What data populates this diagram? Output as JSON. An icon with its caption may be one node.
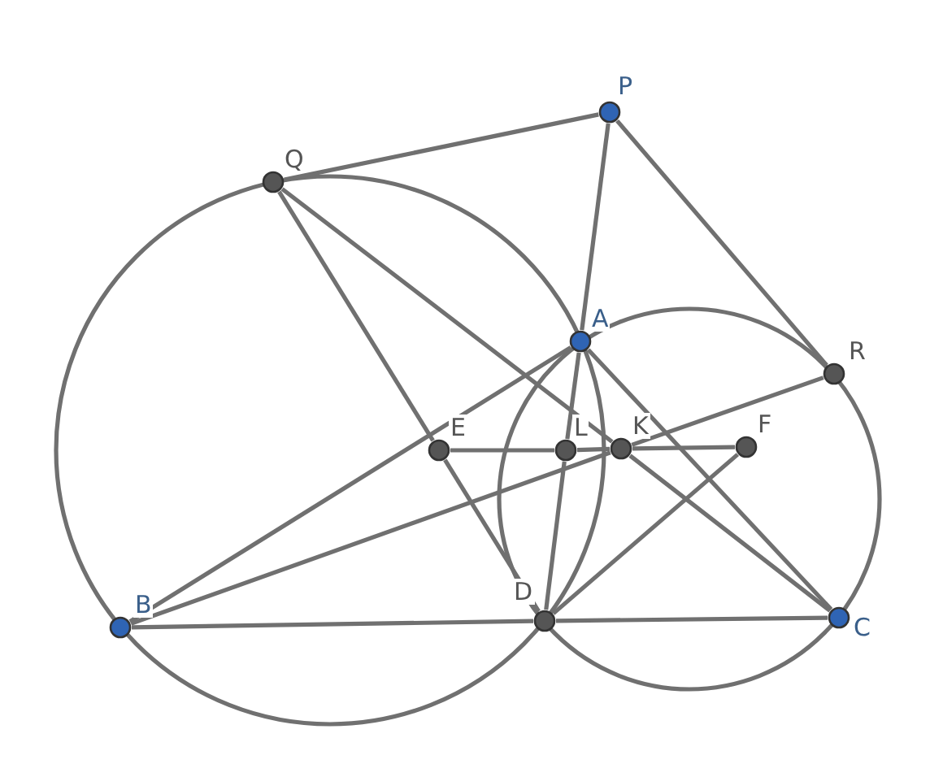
{
  "diagram": {
    "nodes": [
      {
        "text": [],
        "shape": "circle",
        "beside": [
          "P"
        ]
      },
      {
        "text": [],
        "shape": "circle",
        "beside": [
          "Q"
        ]
      },
      {
        "text": [],
        "shape": "circle",
        "beside": [
          "A"
        ]
      },
      {
        "text": [],
        "shape": "circle",
        "beside": [
          "R"
        ]
      },
      {
        "text": [],
        "shape": "circle",
        "beside": [
          "E"
        ]
      },
      {
        "text": [],
        "shape": "circle",
        "beside": [
          "L"
        ]
      },
      {
        "text": [],
        "shape": "circle",
        "beside": [
          "K"
        ]
      },
      {
        "text": [],
        "shape": "circle",
        "beside": [
          "F"
        ]
      },
      {
        "text": [],
        "shape": "circle",
        "beside": [
          "B"
        ]
      },
      {
        "text": [],
        "shape": "circle",
        "beside": [
          "D"
        ]
      },
      {
        "text": [],
        "shape": "circle",
        "beside": [
          "C"
        ]
      }
    ],
    "edges": [
      {
        "from": 1,
        "to": 0,
        "arrow": "none"
      },
      {
        "from": 0,
        "to": 2,
        "arrow": "none"
      },
      {
        "from": 0,
        "to": 3,
        "arrow": "none"
      },
      {
        "from": 1,
        "to": 4,
        "arrow": "none"
      },
      {
        "from": 4,
        "to": 9,
        "arrow": "none"
      },
      {
        "from": 1,
        "to": 6,
        "arrow": "none"
      },
      {
        "from": 6,
        "to": 10,
        "arrow": "none"
      },
      {
        "from": 2,
        "to": 8,
        "arrow": "none"
      },
      {
        "from": 2,
        "to": 5,
        "arrow": "none"
      },
      {
        "from": 5,
        "to": 9,
        "arrow": "none"
      },
      {
        "from": 2,
        "to": 10,
        "arrow": "none"
      },
      {
        "from": 8,
        "to": 6,
        "arrow": "none"
      },
      {
        "from": 6,
        "to": 3,
        "arrow": "none"
      },
      {
        "from": 8,
        "to": 9,
        "arrow": "none"
      },
      {
        "from": 9,
        "to": 10,
        "arrow": "none"
      },
      {
        "from": 4,
        "to": 5,
        "arrow": "none"
      },
      {
        "from": 5,
        "to": 6,
        "arrow": "none"
      },
      {
        "from": 6,
        "to": 7,
        "arrow": "none"
      },
      {
        "from": 9,
        "to": 7,
        "arrow": "none"
      }
    ]
  }
}
